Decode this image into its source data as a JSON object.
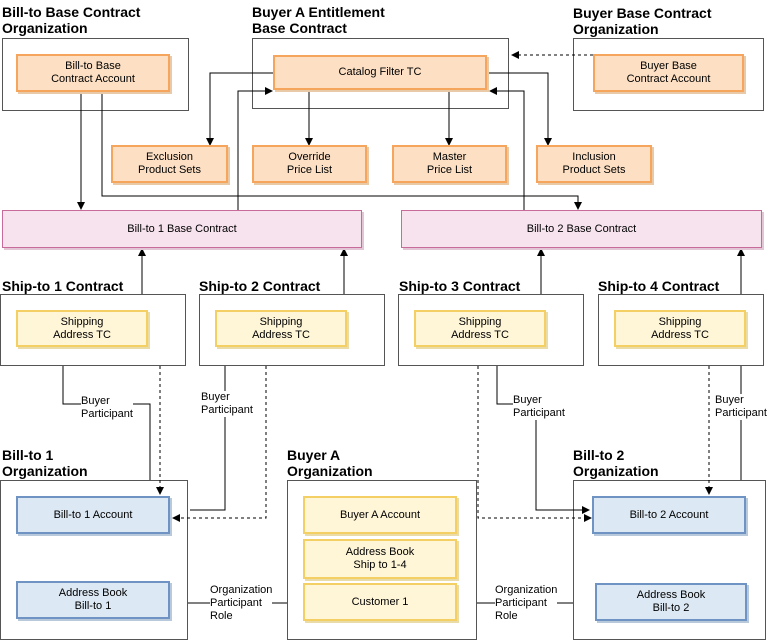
{
  "org_labels": {
    "bill_to_base": "Bill-to Base Contract\nOrganization",
    "buyer_a_entitlement": "Buyer A Entitlement\nBase Contract",
    "buyer_base": "Buyer Base Contract\nOrganization",
    "ship_to_1": "Ship-to 1 Contract",
    "ship_to_2": "Ship-to 2 Contract",
    "ship_to_3": "Ship-to 3 Contract",
    "ship_to_4": "Ship-to 4 Contract",
    "bill_to_1_org": "Bill-to 1\nOrganization",
    "buyer_a_org": "Buyer A\nOrganization",
    "bill_to_2_org": "Bill-to 2\nOrganization"
  },
  "boxes": {
    "bill_to_base_account": "Bill-to Base\nContract Account",
    "catalog_filter_tc": "Catalog Filter TC",
    "buyer_base_account": "Buyer Base\nContract Account",
    "exclusion_product_sets": "Exclusion\nProduct Sets",
    "override_price_list": "Override\nPrice List",
    "master_price_list": "Master\nPrice List",
    "inclusion_product_sets": "Inclusion\nProduct Sets",
    "bill_to_1_base_contract": "Bill-to 1 Base Contract",
    "bill_to_2_base_contract": "Bill-to 2 Base Contract",
    "shipping_address_tc": "Shipping\nAddress TC",
    "bill_to_1_account": "Bill-to 1 Account",
    "bill_to_2_account": "Bill-to 2 Account",
    "address_book_bill_to_1": "Address Book\nBill-to 1",
    "address_book_bill_to_2": "Address Book\nBill-to 2",
    "buyer_a_account": "Buyer A Account",
    "address_book_ship_to": "Address Book\nShip to 1-4",
    "customer_1": "Customer 1"
  },
  "notes": {
    "buyer_participant": "Buyer\nParticipant",
    "org_participant_role": "Organization\nParticipant\nRole"
  },
  "colors": {
    "orange_fill": "#fde0c4",
    "yellow_fill": "#fff6d8",
    "blue_fill": "#dce8f3",
    "pink_fill": "#f7e3ee"
  }
}
